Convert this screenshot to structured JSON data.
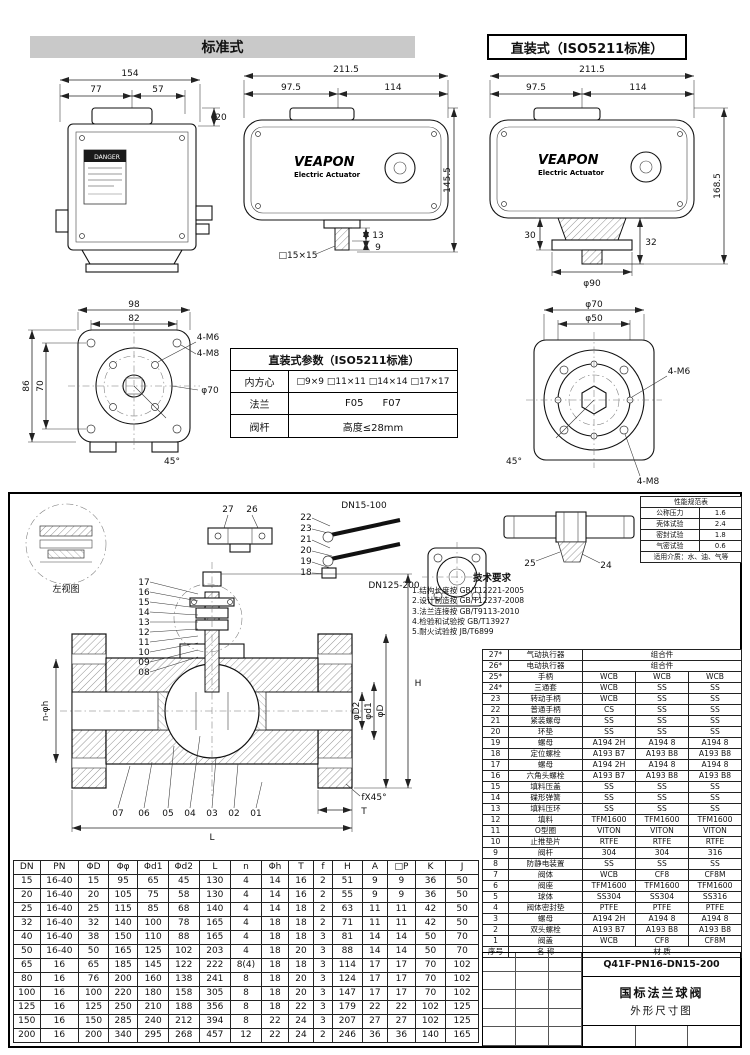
{
  "page": {
    "left_title": "标准式",
    "right_title": "直装式（ISO5211标准）"
  },
  "actuator": {
    "brand": "VEAPON",
    "type": "Electric Actuator",
    "danger": "DANGER"
  },
  "front_view": {
    "overall_w": "154",
    "w_left": "77",
    "w_right": "57",
    "cap_h": "20"
  },
  "side_view": {
    "overall_l": "211.5",
    "l_left": "97.5",
    "l_right": "114",
    "overall_h": "145.5",
    "stem_square": "□15×15",
    "d13": "13",
    "d9": "9"
  },
  "direct_view": {
    "overall_l": "211.5",
    "l_left": "97.5",
    "l_right": "114",
    "overall_h": "168.5",
    "d30": "30",
    "d32": "32",
    "phi90": "φ90"
  },
  "flange_view": {
    "w98": "98",
    "w82": "82",
    "h86": "86",
    "h70": "70",
    "m6": "4-M6",
    "m8": "4-M8",
    "phi70": "φ70",
    "a45": "45°"
  },
  "bottom_view": {
    "phi70": "φ70",
    "phi50": "φ50",
    "m6": "4-M6",
    "m8": "4-M8",
    "a45": "45°"
  },
  "params_table": {
    "title": "直装式参数（ISO5211标准）",
    "rows": [
      {
        "label": "内方心",
        "value": "□9×9 □11×11 □14×14 □17×17"
      },
      {
        "label": "法兰",
        "value": "F05      F07"
      },
      {
        "label": "阀杆",
        "value": "高度≤28mm"
      }
    ]
  },
  "valve": {
    "left_view": "左视图",
    "dn_small": "DN15-100",
    "dn_large": "DN125-200",
    "dim_H": "H",
    "dim_L": "L",
    "dim_T": "T",
    "dim_phiD": "φD",
    "dim_phid1": "φd1",
    "dim_phiD2": "φD2",
    "dim_nh": "n-φh",
    "dim_f45": "fX45°",
    "callouts_top": [
      "27",
      "26"
    ],
    "callouts_handle": [
      "22",
      "23",
      "21",
      "20",
      "19",
      "18"
    ],
    "callouts_left": [
      "17",
      "16",
      "15",
      "14",
      "13",
      "12",
      "11",
      "10",
      "09",
      "08"
    ],
    "callouts_bottom": [
      "07",
      "06",
      "05",
      "04",
      "03",
      "02",
      "01"
    ],
    "callouts_pipe": [
      "25",
      "24"
    ]
  },
  "tech": {
    "title": "技术要求",
    "items": [
      "1.结构长度按 GB/T12221-2005",
      "2.设计制造按 GB/T12237-2008",
      "3.法兰连接按 GB/T9113-2010",
      "4.检验和试验按 GB/T13927",
      "5.耐火试验按 JB/T6899"
    ]
  },
  "spec_table": {
    "rows": [
      [
        {
          "v": "性能规范表",
          "s": 2
        }
      ],
      [
        "公称压力",
        "1.6"
      ],
      [
        "壳体试验",
        "2.4"
      ],
      [
        "密封试验",
        "1.8"
      ],
      [
        "气密试验",
        "0.6"
      ],
      [
        {
          "v": "适用介质：水、油、气等",
          "s": 2
        }
      ]
    ]
  },
  "materials_table": {
    "rows": [
      [
        "27*",
        "气动执行器",
        {
          "v": "组合件",
          "s": 3
        }
      ],
      [
        "26*",
        "电动执行器",
        {
          "v": "组合件",
          "s": 3
        }
      ],
      [
        "25*",
        "手柄",
        "WCB",
        "WCB",
        "WCB"
      ],
      [
        "24*",
        "三通套",
        "WCB",
        "SS",
        "SS"
      ],
      [
        "23",
        "转动手柄",
        "WCB",
        "SS",
        "SS"
      ],
      [
        "22",
        "普通手柄",
        "CS",
        "SS",
        "SS"
      ],
      [
        "21",
        "紧装螺母",
        "SS",
        "SS",
        "SS"
      ],
      [
        "20",
        "环垫",
        "SS",
        "SS",
        "SS"
      ],
      [
        "19",
        "螺母",
        "A194 2H",
        "A194 8",
        "A194 8"
      ],
      [
        "18",
        "定位螺栓",
        "A193 B7",
        "A193 B8",
        "A193 B8"
      ],
      [
        "17",
        "螺母",
        "A194 2H",
        "A194 8",
        "A194 8"
      ],
      [
        "16",
        "六角头螺栓",
        "A193 B7",
        "A193 B8",
        "A193 B8"
      ],
      [
        "15",
        "填料压盖",
        "SS",
        "SS",
        "SS"
      ],
      [
        "14",
        "碟形弹簧",
        "SS",
        "SS",
        "SS"
      ],
      [
        "13",
        "填料压环",
        "SS",
        "SS",
        "SS"
      ],
      [
        "12",
        "填料",
        "TFM1600",
        "TFM1600",
        "TFM1600"
      ],
      [
        "11",
        "O型圈",
        "VITON",
        "VITON",
        "VITON"
      ],
      [
        "10",
        "止推垫片",
        "RTFE",
        "RTFE",
        "RTFE"
      ],
      [
        "9",
        "阀杆",
        "304",
        "304",
        "316"
      ],
      [
        "8",
        "防静电装置",
        "SS",
        "SS",
        "SS"
      ],
      [
        "7",
        "阀体",
        "WCB",
        "CF8",
        "CF8M"
      ],
      [
        "6",
        "阀座",
        "TFM1600",
        "TFM1600",
        "TFM1600"
      ],
      [
        "5",
        "球体",
        "SS304",
        "SS304",
        "SS316"
      ],
      [
        "4",
        "阀体密封垫",
        "PTFE",
        "PTFE",
        "PTFE"
      ],
      [
        "3",
        "螺母",
        "A194 2H",
        "A194 8",
        "A194 8"
      ],
      [
        "2",
        "双头螺栓",
        "A193 B7",
        "A193 B8",
        "A193 B8"
      ],
      [
        "1",
        "阀盖",
        "WCB",
        "CF8",
        "CF8M"
      ],
      [
        "序号",
        "名  称",
        {
          "v": "材    质",
          "s": 3
        }
      ]
    ]
  },
  "dim_table": {
    "rows": [
      [
        "DN",
        "PN",
        "ΦD",
        "Φφ",
        "Φd1",
        "Φd2",
        "L",
        "n",
        "Φh",
        "T",
        "f",
        "H",
        "A",
        "□P",
        "K",
        "J"
      ],
      [
        "15",
        "16-40",
        "15",
        "95",
        "65",
        "45",
        "130",
        "4",
        "14",
        "16",
        "2",
        "51",
        "9",
        "9",
        "36",
        "50"
      ],
      [
        "20",
        "16-40",
        "20",
        "105",
        "75",
        "58",
        "130",
        "4",
        "14",
        "16",
        "2",
        "55",
        "9",
        "9",
        "36",
        "50"
      ],
      [
        "25",
        "16-40",
        "25",
        "115",
        "85",
        "68",
        "140",
        "4",
        "14",
        "18",
        "2",
        "63",
        "11",
        "11",
        "42",
        "50"
      ],
      [
        "32",
        "16-40",
        "32",
        "140",
        "100",
        "78",
        "165",
        "4",
        "18",
        "18",
        "2",
        "71",
        "11",
        "11",
        "42",
        "50"
      ],
      [
        "40",
        "16-40",
        "38",
        "150",
        "110",
        "88",
        "165",
        "4",
        "18",
        "18",
        "3",
        "81",
        "14",
        "14",
        "50",
        "70"
      ],
      [
        "50",
        "16-40",
        "50",
        "165",
        "125",
        "102",
        "203",
        "4",
        "18",
        "20",
        "3",
        "88",
        "14",
        "14",
        "50",
        "70"
      ],
      [
        "65",
        "16",
        "65",
        "185",
        "145",
        "122",
        "222",
        "8(4)",
        "18",
        "18",
        "3",
        "114",
        "17",
        "17",
        "70",
        "102"
      ],
      [
        "80",
        "16",
        "76",
        "200",
        "160",
        "138",
        "241",
        "8",
        "18",
        "20",
        "3",
        "124",
        "17",
        "17",
        "70",
        "102"
      ],
      [
        "100",
        "16",
        "100",
        "220",
        "180",
        "158",
        "305",
        "8",
        "18",
        "20",
        "3",
        "147",
        "17",
        "17",
        "70",
        "102"
      ],
      [
        "125",
        "16",
        "125",
        "250",
        "210",
        "188",
        "356",
        "8",
        "18",
        "22",
        "3",
        "179",
        "22",
        "22",
        "102",
        "125"
      ],
      [
        "150",
        "16",
        "150",
        "285",
        "240",
        "212",
        "394",
        "8",
        "22",
        "24",
        "3",
        "207",
        "27",
        "27",
        "102",
        "125"
      ],
      [
        "200",
        "16",
        "200",
        "340",
        "295",
        "268",
        "457",
        "12",
        "22",
        "24",
        "2",
        "246",
        "36",
        "36",
        "140",
        "165"
      ]
    ]
  },
  "title_block": {
    "model": "Q41F-PN16-DN15-200",
    "product": "国标法兰球阀",
    "drawing": "外形尺寸图"
  }
}
